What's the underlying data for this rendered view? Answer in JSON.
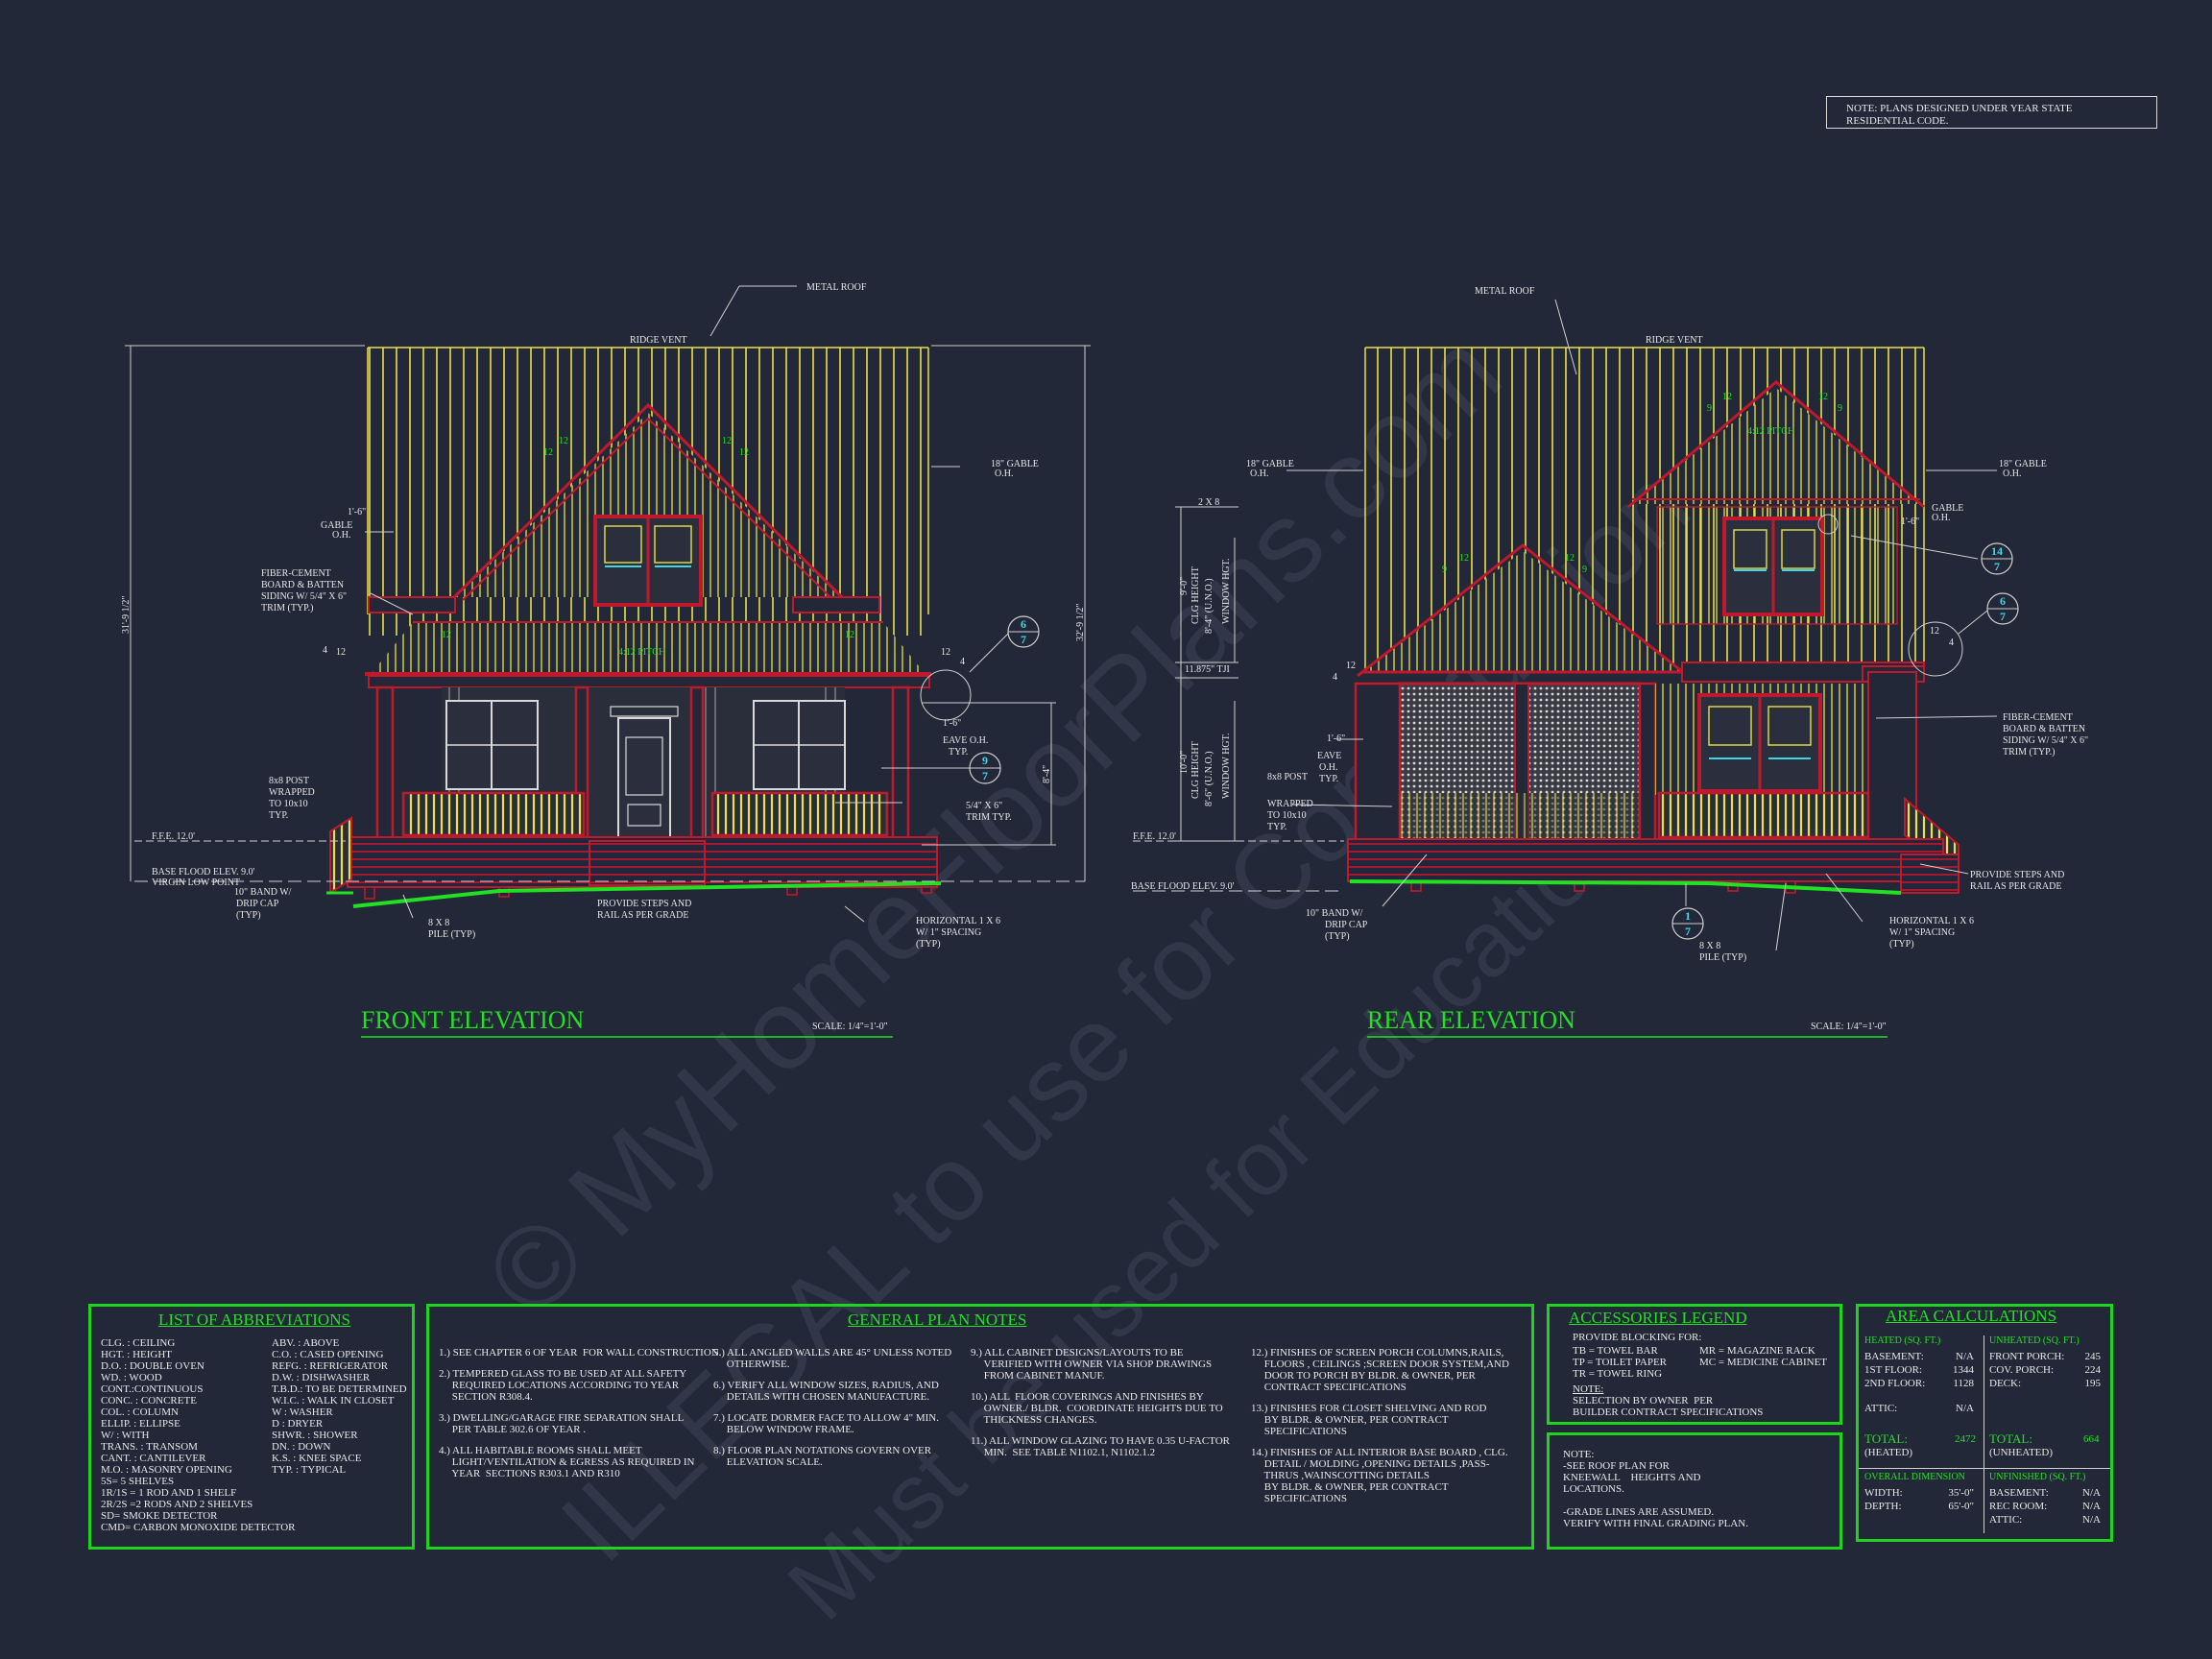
{
  "code_note": [
    "NOTE: PLANS DESIGNED UNDER YEAR STATE",
    "RESIDENTIAL CODE."
  ],
  "watermark": [
    "© MyHomeFloorPlans.com",
    "ILLEGAL to use for Construction",
    "Must be used for Education"
  ],
  "front": {
    "title": "FRONT ELEVATION",
    "scale": "SCALE: 1/4\"=1'-0\"",
    "labels": {
      "metal_roof": "METAL ROOF",
      "ridge_vent": "RIDGE  VENT",
      "gable_oh_18": "18\" GABLE",
      "oh": "O.H.",
      "gable_1_6": "1'-6\"",
      "gable": "GABLE",
      "siding": [
        "FIBER-CEMENT",
        "BOARD & BATTEN",
        "SIDING W/ 5/4\" X 6\"",
        "TRIM (TYP.)"
      ],
      "post": [
        "8x8 POST",
        "WRAPPED",
        "TO 10x10",
        "TYP."
      ],
      "ffe": "F.F.E. 12.0'",
      "bfe": "BASE FLOOD ELEV. 9.0'",
      "vlp": "VIRGIN LOW POINT",
      "band": [
        "10\" BAND W/",
        "DRIP CAP",
        "(TYP)"
      ],
      "pile": [
        "8 X 8",
        "PILE (TYP)"
      ],
      "steps": [
        "PROVIDE STEPS AND",
        "RAIL AS PER GRADE"
      ],
      "horiz": [
        "HORIZONTAL 1 X 6",
        "W/ 1\" SPACING",
        "(TYP)"
      ],
      "trim": [
        "5/4\" X 6\"",
        "TRIM TYP."
      ],
      "eave": [
        "EAVE O.H.",
        "TYP."
      ],
      "eave_dim": "1'-6\"",
      "pitch": "4:12 PITCH",
      "overall_h": "31'-9 1/2\"",
      "right_h": "32'-9 1/2\"",
      "wall_h": "8'-4\"",
      "tag_a": [
        "6",
        "7"
      ],
      "tag_b": [
        "9",
        "7"
      ]
    }
  },
  "rear": {
    "title": "REAR ELEVATION",
    "scale": "SCALE: 1/4\"=1'-0\"",
    "labels": {
      "metal_roof": "METAL ROOF",
      "ridge_vent": "RIDGE  VENT",
      "gable_oh_18": "18\" GABLE",
      "oh": "O.H.",
      "gable": "GABLE",
      "gable_dim": "1'-6\"",
      "siding": [
        "FIBER-CEMENT",
        "BOARD & BATTEN",
        "SIDING W/ 5/4\" X 6\"",
        "TRIM (TYP.)"
      ],
      "post": [
        "8x8 POST",
        "WRAPPED",
        "TO 10x10",
        "TYP."
      ],
      "ffe": "F.F.E. 12.0'",
      "bfe": "BASE FLOOD ELEV. 9.0'",
      "band": [
        "10\" BAND W/",
        "DRIP CAP",
        "(TYP)"
      ],
      "pile": [
        "8 X 8",
        "PILE (TYP)"
      ],
      "steps": [
        "PROVIDE STEPS AND",
        "RAIL AS PER GRADE"
      ],
      "horiz": [
        "HORIZONTAL 1 X 6",
        "W/ 1\" SPACING",
        "(TYP)"
      ],
      "eave": [
        "EAVE",
        "O.H.",
        "TYP."
      ],
      "eave_dim": "1'-6\"",
      "pitch": "4:12 PITCH",
      "two_x_8": "2 X 8",
      "tji": "11.875\" TJI",
      "upper_clg": [
        "9'-0\"",
        "CLG HEIGHT",
        "8'-4\" (U.N.O.)",
        "WINDOW HGT."
      ],
      "lower_clg": [
        "10'-0\"",
        "CLG HEIGHT",
        "8'-6\" (U.N.O.)",
        "WINDOW HGT."
      ],
      "tag_a": [
        "14",
        "7"
      ],
      "tag_b": [
        "6",
        "7"
      ],
      "tag_c": [
        "1",
        "7"
      ]
    }
  },
  "pitch_marks": [
    "12",
    "4",
    "9"
  ],
  "abbreviations": {
    "title": "LIST OF ABBREVIATIONS",
    "col1": [
      "CLG. : CEILING",
      "HGT. : HEIGHT",
      "D.O. : DOUBLE OVEN",
      "WD. : WOOD",
      "CONT.:CONTINUOUS",
      "CONC. : CONCRETE",
      "COL. : COLUMN",
      "ELLIP. : ELLIPSE",
      "W/ : WITH",
      "TRANS. : TRANSOM",
      "CANT. : CANTILEVER",
      "M.O. : MASONRY OPENING",
      "5S= 5 SHELVES",
      "1R/1S = 1 ROD AND 1 SHELF",
      "2R/2S =2 RODS AND 2 SHELVES",
      "SD= SMOKE DETECTOR",
      "CMD= CARBON MONOXIDE DETECTOR"
    ],
    "col2": [
      "ABV. : ABOVE",
      "C.O. : CASED OPENING",
      "REFG. : REFRIGERATOR",
      "D.W. : DISHWASHER",
      "T.B.D.: TO BE DETERMINED",
      "W.I.C. : WALK IN CLOSET",
      "W : WASHER",
      "D : DRYER",
      "SHWR. : SHOWER",
      "DN. : DOWN",
      "K.S. : KNEE SPACE",
      "TYP. : TYPICAL"
    ]
  },
  "general_notes": {
    "title": "GENERAL PLAN NOTES",
    "col1": [
      "1.) SEE CHAPTER 6 OF YEAR  FOR WALL CONSTRUCTION.",
      "2.) TEMPERED GLASS TO BE USED AT ALL SAFETY\n     REQUIRED LOCATIONS ACCORDING TO YEAR\n     SECTION R308.4.",
      "3.) DWELLING/GARAGE FIRE SEPARATION SHALL\n     PER TABLE 302.6 OF YEAR .",
      "4.) ALL HABITABLE ROOMS SHALL MEET\n     LIGHT/VENTILATION & EGRESS AS REQUIRED IN\n     YEAR  SECTIONS R303.1 AND R310"
    ],
    "col2": [
      "5.) ALL ANGLED WALLS ARE 45° UNLESS NOTED\n     OTHERWISE.",
      "6.) VERIFY ALL WINDOW SIZES, RADIUS, AND\n     DETAILS WITH CHOSEN MANUFACTURE.",
      "7.) LOCATE DORMER FACE TO ALLOW 4\" MIN.\n     BELOW WINDOW FRAME.",
      "8.) FLOOR PLAN NOTATIONS GOVERN OVER\n     ELEVATION SCALE."
    ],
    "col3": [
      "9.) ALL CABINET DESIGNS/LAYOUTS TO BE\n     VERIFIED WITH OWNER VIA SHOP DRAWINGS\n     FROM CABINET MANUF.",
      "10.) ALL  FLOOR COVERINGS AND FINISHES BY\n     OWNER./ BLDR.  COORDINATE HEIGHTS DUE TO\n     THICKNESS CHANGES.",
      "11.) ALL WINDOW GLAZING TO HAVE 0.35 U-FACTOR\n     MIN.  SEE TABLE N1102.1, N1102.1.2"
    ],
    "col4": [
      "12.) FINISHES OF SCREEN PORCH COLUMNS,RAILS,\n     FLOORS , CEILINGS ;SCREEN DOOR SYSTEM,AND\n     DOOR TO PORCH BY BLDR. & OWNER, PER\n     CONTRACT SPECIFICATIONS",
      "13.) FINISHES FOR CLOSET SHELVING AND ROD\n     BY BLDR. & OWNER, PER CONTRACT\n     SPECIFICATIONS",
      "14.) FINISHES OF ALL INTERIOR BASE BOARD , CLG.\n     DETAIL / MOLDING ,OPENING DETAILS ,PASS-\n     THRUS ,WAINSCOTTING DETAILS\n     BY BLDR. & OWNER, PER CONTRACT\n     SPECIFICATIONS"
    ]
  },
  "accessories": {
    "title": "ACCESSORIES LEGEND",
    "intro": "PROVIDE BLOCKING FOR:",
    "left": [
      "TB = TOWEL BAR",
      "TP = TOILET PAPER",
      "TR = TOWEL RING"
    ],
    "right": [
      "MR = MAGAZINE RACK",
      "MC = MEDICINE CABINET"
    ],
    "note_head": "NOTE:",
    "note_body": [
      "SELECTION BY OWNER  PER",
      "BUILDER CONTRACT SPECIFICATIONS"
    ]
  },
  "notes_box": [
    "NOTE:",
    "-SEE ROOF PLAN FOR",
    "KNEEWALL    HEIGHTS AND",
    "LOCATIONS.",
    "",
    "-GRADE LINES ARE ASSUMED.",
    "VERIFY WITH FINAL GRADING PLAN."
  ],
  "area": {
    "title": "AREA CALCULATIONS",
    "heated_head": "HEATED (SQ. FT.)",
    "heated": [
      [
        "BASEMENT:",
        "N/A"
      ],
      [
        "1ST FLOOR:",
        "1344"
      ],
      [
        "2ND FLOOR:",
        "1128"
      ],
      [
        "ATTIC:",
        "N/A"
      ]
    ],
    "heated_total": [
      "TOTAL:",
      "2472",
      "(HEATED)"
    ],
    "unheated_head": "UNHEATED (SQ. FT.)",
    "unheated": [
      [
        "FRONT PORCH:",
        "245"
      ],
      [
        "COV. PORCH:",
        "224"
      ],
      [
        "DECK:",
        "195"
      ]
    ],
    "unheated_total": [
      "TOTAL:",
      "664",
      "(UNHEATED)"
    ],
    "overall_head": "OVERALL DIMENSION",
    "overall": [
      [
        "WIDTH:",
        "35'-0\""
      ],
      [
        "DEPTH:",
        "65'-0\""
      ]
    ],
    "unfinished_head": "UNFINISHED (SQ. FT.)",
    "unfinished": [
      [
        "BASEMENT:",
        "N/A"
      ],
      [
        "REC ROOM:",
        "N/A"
      ],
      [
        "ATTIC:",
        "N/A"
      ]
    ]
  },
  "colors": {
    "background": "#232838",
    "accent_green": "#22e022",
    "roof_yellow": "#e8e04a",
    "trim_red": "#c0182c",
    "tag_cyan": "#3fd6e6"
  }
}
